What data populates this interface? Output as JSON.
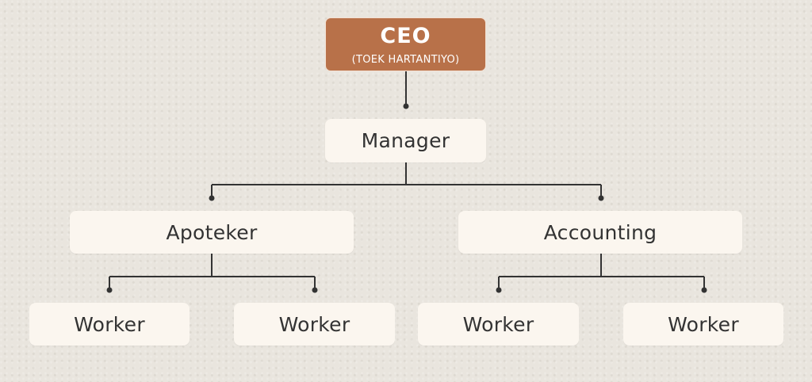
{
  "diagram": {
    "ceo": {
      "title": "CEO",
      "subtitle": "(TOEK HARTANTIYO)"
    },
    "manager": "Manager",
    "departments": [
      {
        "label": "Apoteker",
        "workers": [
          "Worker",
          "Worker"
        ]
      },
      {
        "label": "Accounting",
        "workers": [
          "Worker",
          "Worker"
        ]
      }
    ]
  },
  "colors": {
    "background": "#e9e5de",
    "ceo_fill": "#b87149",
    "box_fill": "#fbf6ef",
    "line": "#333333",
    "text": "#333333"
  }
}
